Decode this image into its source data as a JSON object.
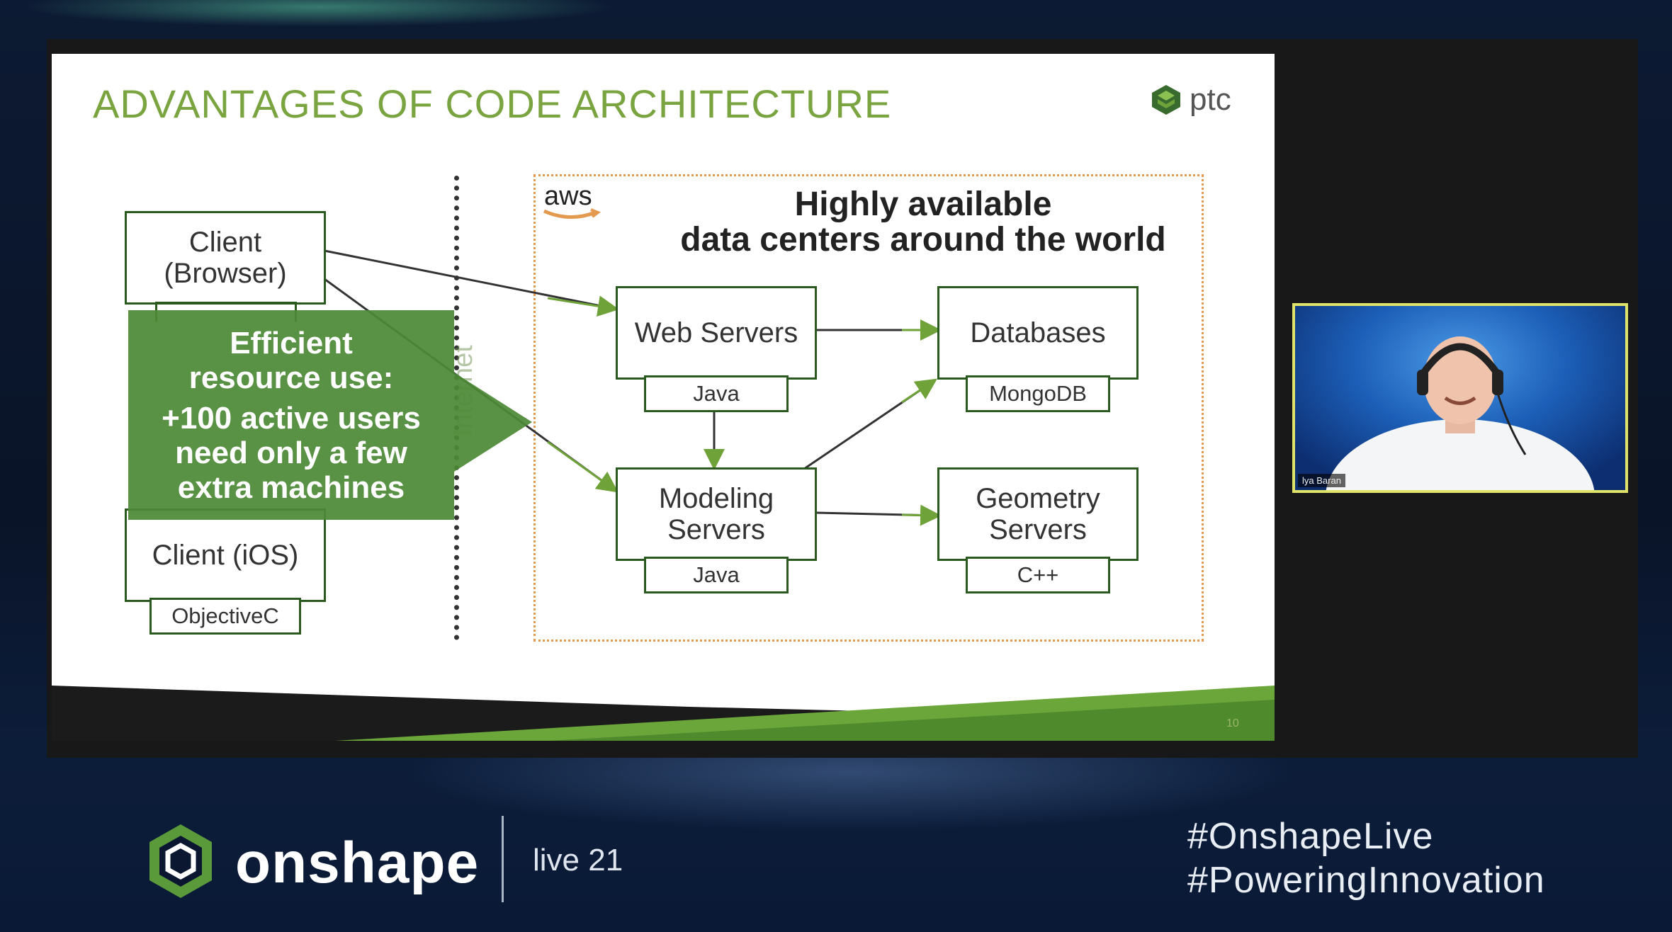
{
  "slide": {
    "title": "ADVANTAGES OF CODE ARCHITECTURE",
    "brand": "ptc",
    "page_number": "10"
  },
  "diagram": {
    "clients": [
      {
        "label": "Client\n(Browser)",
        "tag": ""
      },
      {
        "label": "Client (iOS)",
        "tag": "ObjectiveC"
      }
    ],
    "internet_label": "Internet",
    "callout": {
      "lines": [
        "Efficient",
        "resource use:",
        "+100 active users",
        "need only a few",
        "extra machines"
      ]
    },
    "aws": {
      "logo_text": "aws",
      "heading_line1": "Highly available",
      "heading_line2": "data centers around the world"
    },
    "servers": [
      {
        "id": "web",
        "label": "Web Servers",
        "tag": "Java"
      },
      {
        "id": "db",
        "label": "Databases",
        "tag": "MongoDB"
      },
      {
        "id": "modeling",
        "label": "Modeling\nServers",
        "tag": "Java"
      },
      {
        "id": "geometry",
        "label": "Geometry\nServers",
        "tag": "C++"
      }
    ]
  },
  "webcam": {
    "name": "lya Baran"
  },
  "event": {
    "brand": "onshape",
    "label": "live 21",
    "hashtags": [
      "#OnshapeLive",
      "#PoweringInnovation"
    ]
  },
  "colors": {
    "accent_green": "#7aa43f",
    "callout_green": "#4d8a37",
    "box_border": "#2b5a1e",
    "aws_frame": "#e39a4e"
  }
}
